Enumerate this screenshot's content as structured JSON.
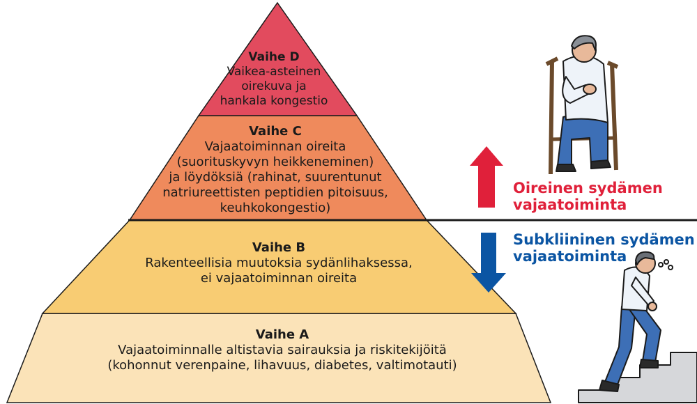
{
  "colors": {
    "stage_d": "#e24b5e",
    "stage_c": "#ef8a5c",
    "stage_b": "#f8cc73",
    "stage_a": "#fbe3b8",
    "symptomatic": "#e0203a",
    "subclinical": "#0b55a3"
  },
  "stages": {
    "d": {
      "title": "Vaihe D",
      "lines": [
        "Vaikea-asteinen",
        "oirekuva ja",
        "hankala kongestio"
      ]
    },
    "c": {
      "title": "Vaihe C",
      "lines": [
        "Vajaatoiminnan oireita",
        "(suorituskyvyn heikkeneminen)",
        "ja löydöksiä (rahinat, suurentunut",
        "natriureettisten peptidien pitoisuus,",
        "keuhkokongestio)"
      ]
    },
    "b": {
      "title": "Vaihe B",
      "lines": [
        "Rakenteellisia muutoksia sydänlihaksessa,",
        "ei vajaatoiminnan oireita"
      ]
    },
    "a": {
      "title": "Vaihe A",
      "lines": [
        "Vajaatoiminnalle altistavia sairauksia ja riskitekijöitä",
        "(kohonnut verenpaine, lihavuus, diabetes, valtimotauti)"
      ]
    }
  },
  "labels": {
    "symptomatic": [
      "Oireinen sydämen",
      "vajaatoiminta"
    ],
    "subclinical": [
      "Subkliininen sydämen",
      "vajaatoiminta"
    ]
  },
  "icons": {
    "up_arrow": "arrow-up-icon",
    "down_arrow": "arrow-down-icon",
    "sitting_person": "sitting-man-chest-pain-icon",
    "climbing_person": "man-climbing-stairs-icon"
  }
}
